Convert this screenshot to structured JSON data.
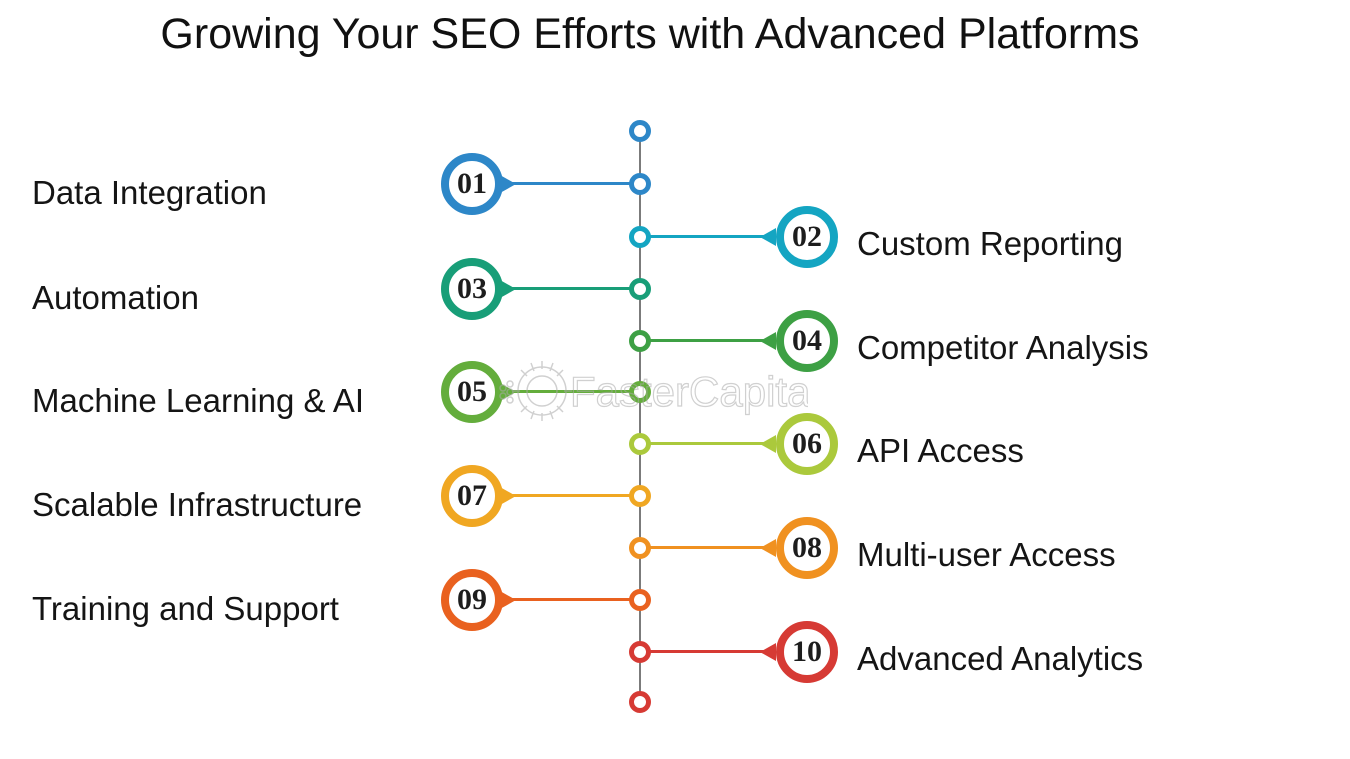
{
  "title": "Growing Your SEO Efforts with Advanced Platforms",
  "watermark": {
    "text": "FasterCapital",
    "color": "#a9a9a9"
  },
  "timeline": {
    "axis_color": "#7b7b7b",
    "top_node_color": "#2d87c8",
    "bottom_node_color": "#d63a34",
    "items": [
      {
        "num": "01",
        "label": "Data Integration",
        "side": "left",
        "color": "#2d87c8"
      },
      {
        "num": "02",
        "label": "Custom Reporting",
        "side": "right",
        "color": "#14a5c2"
      },
      {
        "num": "03",
        "label": "Automation",
        "side": "left",
        "color": "#189e78"
      },
      {
        "num": "04",
        "label": "Competitor Analysis",
        "side": "right",
        "color": "#3da044"
      },
      {
        "num": "05",
        "label": "Machine Learning & AI",
        "side": "left",
        "color": "#64ad3c"
      },
      {
        "num": "06",
        "label": "API Access",
        "side": "right",
        "color": "#abc93c"
      },
      {
        "num": "07",
        "label": "Scalable Infrastructure",
        "side": "left",
        "color": "#f0a722"
      },
      {
        "num": "08",
        "label": "Multi-user Access",
        "side": "right",
        "color": "#f09120"
      },
      {
        "num": "09",
        "label": "Training and Support",
        "side": "left",
        "color": "#e9611f"
      },
      {
        "num": "10",
        "label": "Advanced Analytics",
        "side": "right",
        "color": "#d63a34"
      }
    ]
  }
}
